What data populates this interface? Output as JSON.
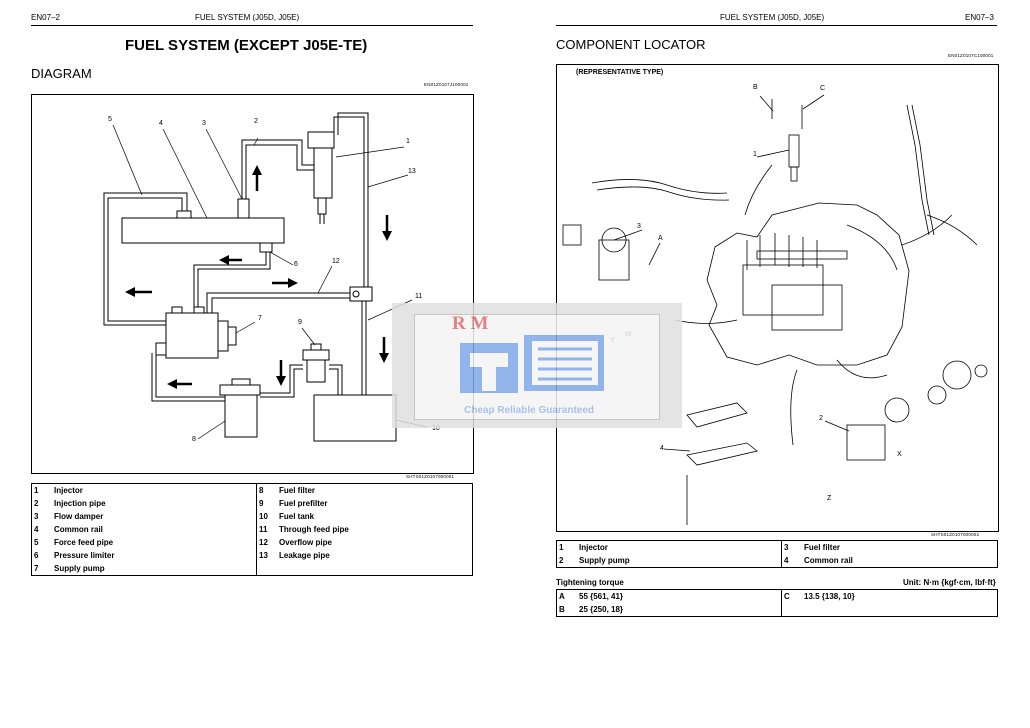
{
  "left_page": {
    "page_code": "EN07–2",
    "running_title": "FUEL SYSTEM (J05D, J05E)",
    "title": "FUEL SYSTEM (EXCEPT J05E-TE)",
    "section": "DIAGRAM",
    "diagram_code": "EN01Z0107J100001",
    "figure_code": "SHTS01Z0107000001",
    "callouts": [
      "1",
      "2",
      "3",
      "4",
      "5",
      "6",
      "7",
      "8",
      "9",
      "10",
      "11",
      "12",
      "13"
    ],
    "legend": [
      {
        "n": "1",
        "label": "Injector"
      },
      {
        "n": "2",
        "label": "Injection pipe"
      },
      {
        "n": "3",
        "label": "Flow damper"
      },
      {
        "n": "4",
        "label": "Common rail"
      },
      {
        "n": "5",
        "label": "Force feed pipe"
      },
      {
        "n": "6",
        "label": "Pressure limiter"
      },
      {
        "n": "7",
        "label": "Supply pump"
      },
      {
        "n": "8",
        "label": "Fuel filter"
      },
      {
        "n": "9",
        "label": "Fuel prefilter"
      },
      {
        "n": "10",
        "label": "Fuel tank"
      },
      {
        "n": "11",
        "label": "Through feed pipe"
      },
      {
        "n": "12",
        "label": "Overflow pipe"
      },
      {
        "n": "13",
        "label": "Leakage pipe"
      }
    ]
  },
  "right_page": {
    "page_code": "EN07–3",
    "running_title": "FUEL SYSTEM (J05D, J05E)",
    "section": "COMPONENT LOCATOR",
    "locator_code": "EN01Z0107C100001",
    "figure_caption": "(REPRESENTATIVE TYPE)",
    "figure_code": "SHTS01Z0107000002",
    "callouts": [
      "1",
      "2",
      "3",
      "4",
      "A",
      "B",
      "C",
      "W",
      "X",
      "Y",
      "Z"
    ],
    "legend": [
      {
        "n": "1",
        "label": "Injector"
      },
      {
        "n": "2",
        "label": "Supply pump"
      },
      {
        "n": "3",
        "label": "Fuel filter"
      },
      {
        "n": "4",
        "label": "Common rail"
      }
    ],
    "torque_title": "Tightening torque",
    "torque_unit": "Unit: N·m {kgf·cm, lbf·ft}",
    "torque": [
      {
        "n": "A",
        "value": "55 {561, 41}"
      },
      {
        "n": "B",
        "value": "25 {250, 18}"
      },
      {
        "n": "C",
        "value": "13.5 {138, 10}"
      }
    ]
  },
  "watermark": {
    "brand": "R M",
    "tagline": "Cheap Reliable Guaranteed",
    "colors": {
      "red": "#c0392b",
      "blue": "#4a7fd6",
      "bg": "#f2f2f2",
      "border": "#bdbdbd"
    }
  }
}
